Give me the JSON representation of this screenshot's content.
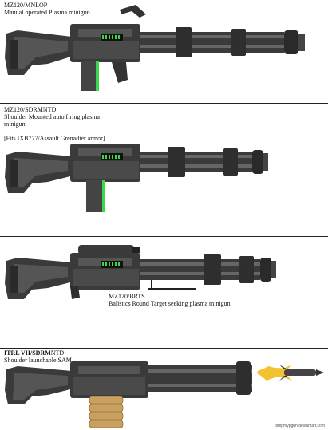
{
  "panels": [
    {
      "title": "MZ120/MNLOP",
      "lines": [
        "Manual operated Plasma minigun"
      ]
    },
    {
      "title": "MZ120/SDRMNTD",
      "lines": [
        "Shoulder Mounted auto firing plasma",
        "minigun",
        "",
        "[Fits IXB777/Assault Grenadier armor]"
      ]
    },
    {
      "title": "MZ120/BRTS",
      "lines": [
        "Balistics Round Target seeking plasma minigun"
      ]
    },
    {
      "title_bold": "ITRL VII/SDRM",
      "title_rest": "NTD",
      "lines": [
        "Shoulder launchable SAM"
      ]
    }
  ],
  "credit": "pimpmypgun.deviantart.com",
  "colors": {
    "gun_dark": "#3a3a3a",
    "gun_mid": "#555555",
    "gun_light": "#777777",
    "accent_green": "#39d84a",
    "muzzle_flash": "#f2c230",
    "brass": "#c9a060"
  },
  "icons": [
    "minigun-drawing",
    "scope-icon",
    "plasma-cell-icon",
    "ammo-belt-icon",
    "missile-icon"
  ]
}
